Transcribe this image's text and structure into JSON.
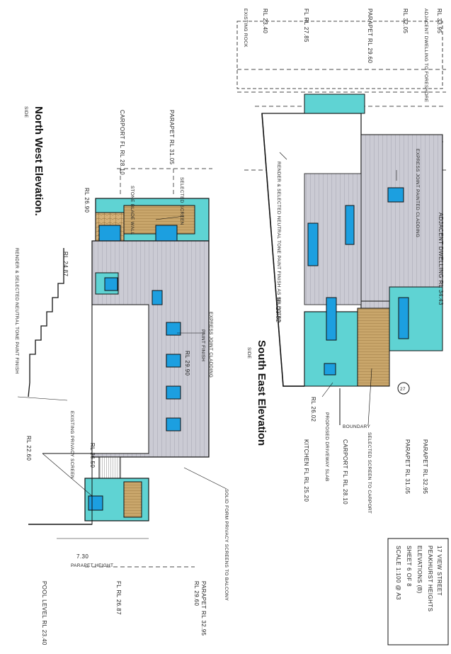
{
  "title_block": {
    "line1": "17 VIEW STREET",
    "line2": "PEAKHURST HEIGHTS",
    "line3": "ELEVATIONS (B)",
    "line4": "SHEET 6 OF 8",
    "line5": "SCALE 1:100 @ A3"
  },
  "south_east": {
    "title": "South East Elevation",
    "subtitle": "SIDE",
    "levels": [
      "RL 33.95",
      "ADJACENT DWELLING TO FORESHORE",
      "RL 32.05",
      "PARAPET RL 29.60",
      "FL RL 27.85",
      "RL 23.40",
      "EXISTING ROCK"
    ],
    "right_levels": [
      "PARAPET RL 32.95",
      "PARAPET RL 31.05",
      "CARPORT FL RL 28.10",
      "KITCHEN FL RL 25.20"
    ],
    "notes": {
      "adjacent": "ADJACENT DWELLING RL 34.43",
      "cladding": "EXPRESS JOINT PAINTED CLADDING",
      "render": "RENDER & SELECTED NEUTRAL TONE PAINT FINISH AS SELECTED",
      "rl_2382": "RL 23.82",
      "driveway": "PROPOSED DRIVEWAY SLAB",
      "rl_2602": "RL 26.02",
      "boundary": "BOUNDARY",
      "screen": "SELECTED SCREEN TO CARPORT",
      "tag": "27"
    }
  },
  "north_west": {
    "title": "North West Elevation.",
    "subtitle": "SIDE",
    "levels": [
      "PARAPET RL 31.05",
      "CARPORT FL RL 28.10"
    ],
    "right_levels": [
      "PARAPET RL 32.95",
      "RL 29.60",
      "FL RL 26.87",
      "POOL LEVEL RL 23.40"
    ],
    "notes": {
      "screen": "SELECTED SCREEN",
      "stone": "STONE BLADE WALL",
      "rl_2690": "RL 26.90",
      "rl_2487": "RL 24.87",
      "cladding": "EXPRESS JOINT CLADDING",
      "paint": "PAINT FINISH",
      "rl_2990": "RL 29.90",
      "render": "RENDER & SELECTED NEUTRAL TONE PAINT FINISH",
      "privacy": "EXISTING PRIVACY SCREEN",
      "rl_2650": "RL 26.50",
      "rl_2260": "RL 22.60",
      "balcony": "SOLID FORM PRIVACY SCREENS TO BALCONY",
      "dim": "7.30",
      "parapet_h": "PARAPET HEIGHT"
    }
  },
  "colors": {
    "cyan": "#5fd3d3",
    "glass": "#1c9fe0",
    "grey": "#c9c9d2",
    "timber": "#c9a66b",
    "stone": "#d6b278",
    "line": "#111111"
  }
}
